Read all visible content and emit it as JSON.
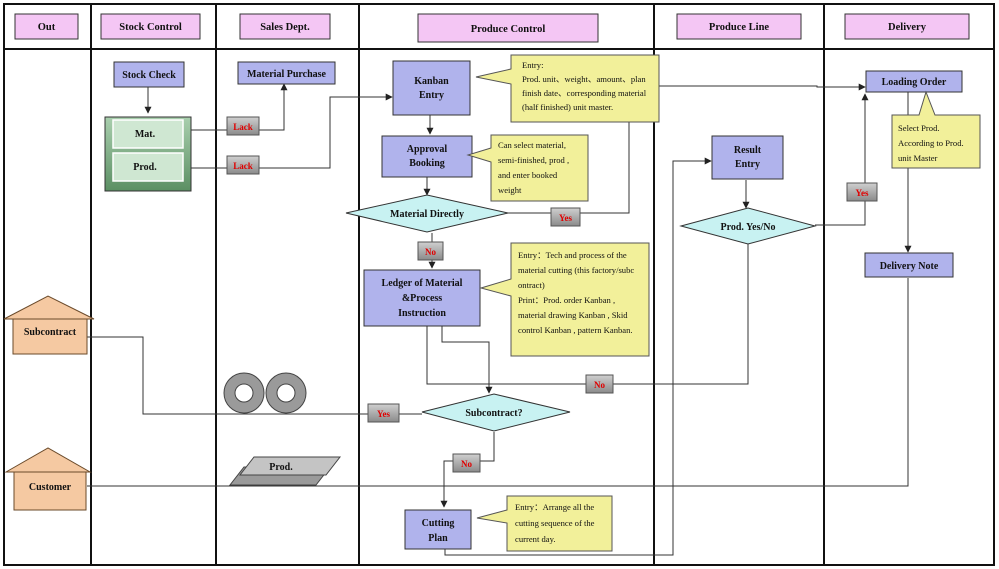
{
  "lanes": [
    {
      "id": "out",
      "label": "Out"
    },
    {
      "id": "stock",
      "label": "Stock Control"
    },
    {
      "id": "sales",
      "label": "Sales Dept."
    },
    {
      "id": "produce",
      "label": "Produce Control"
    },
    {
      "id": "line",
      "label": "Produce Line"
    },
    {
      "id": "delivery",
      "label": "Delivery"
    }
  ],
  "nodes": {
    "stock_check": "Stock Check",
    "mat": "Mat.",
    "prod": "Prod.",
    "material_purchase": "Material Purchase",
    "kanban_entry": [
      "Kanban",
      "Entry"
    ],
    "approval_booking": [
      "Approval",
      "Booking"
    ],
    "material_directly": "Material Directly",
    "ledger": [
      "Ledger of Material",
      "&Process",
      "Instruction"
    ],
    "subcontract_q": "Subcontract?",
    "cutting_plan": [
      "Cutting",
      "Plan"
    ],
    "result_entry": [
      "Result",
      "Entry"
    ],
    "prod_yes_no": "Prod. Yes/No",
    "loading_order": "Loading Order",
    "delivery_note": "Delivery Note",
    "subcontract": "Subcontract",
    "customer": "Customer",
    "prod_para": "Prod."
  },
  "labels": {
    "lack1": "Lack",
    "lack2": "Lack",
    "yes_material": "Yes",
    "no_material": "No",
    "no_prod": "No",
    "yes_subcontract": "Yes",
    "no_subcontract": "No",
    "yes_delivery": "Yes"
  },
  "notes": {
    "kanban": [
      "Entry:",
      "Prod. unit、weight、amount、plan",
      "finish date、corresponding material",
      "(half finished) unit master."
    ],
    "approval": [
      "Can select material,",
      "semi-finished, prod ,",
      "and enter booked",
      "weight"
    ],
    "ledger": [
      "Entry：Tech and process of the",
      "material cutting (this factory/subc",
      "ontract)",
      "Print：Prod. order Kanban ,",
      "material drawing Kanban , Skid",
      "control Kanban , pattern Kanban."
    ],
    "cutting": [
      "Entry：Arrange all the",
      "cutting sequence of the",
      "current day."
    ],
    "loading": [
      "Select Prod.",
      "According to Prod.",
      "unit Master"
    ]
  },
  "colors": {
    "header_fill": "#f4c6f4",
    "box_fill": "#b0b3ec",
    "note_fill": "#f2f09a",
    "stock_fill": "#7fae86",
    "label_fill": "#a8a8a8",
    "label_text": "#e00000",
    "house_fill": "#f5c9a2"
  }
}
